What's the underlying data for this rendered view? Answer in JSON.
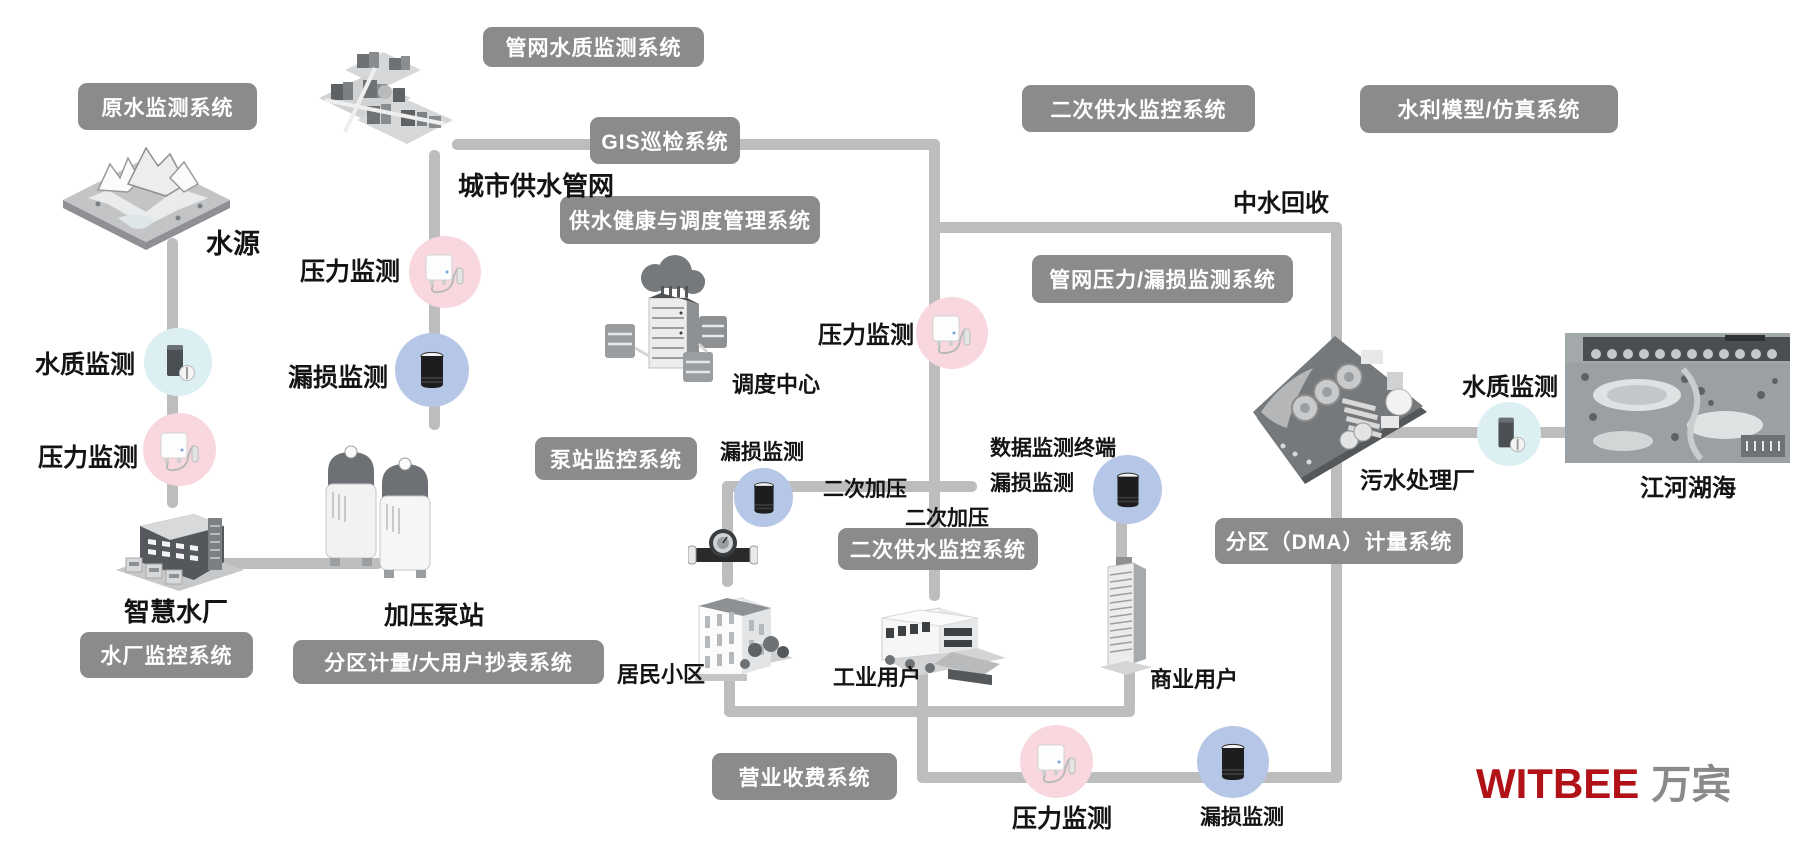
{
  "palette": {
    "label_bg": "#8b8b8b",
    "label_text": "#ffffff",
    "pipe_gray": "#bdbdbd",
    "pink_circle": "#f8d8de",
    "blue_circle": "#b6c6e6",
    "cyan_circle": "#dceff2",
    "text_black": "#141414",
    "brand_red": "#b01217",
    "brand_gray": "#8a8a8a"
  },
  "system_labels": {
    "raw_water": "原水监测系统",
    "pipe_quality": "管网水质监测系统",
    "gis": "GIS巡检系统",
    "health_dispatch": "供水健康与调度管理系统",
    "pump_station_sys": "泵站监控系统",
    "secondary_center": "二次供水监控系统",
    "plant_monitor": "水厂监控系统",
    "zone_reading": "分区计量/大用户抄表系统",
    "secondary_top": "二次供水监控系统",
    "hydraulic_model": "水利模型/仿真系统",
    "pipe_pressure_leak": "管网压力/漏损监测系统",
    "dma_metering": "分区（DMA）计量系统",
    "billing": "营业收费系统"
  },
  "node_labels": {
    "water_source": "水源",
    "city_network": "城市供水管网",
    "dispatch_center": "调度中心",
    "smart_plant": "智慧水厂",
    "pressure_pump_station": "加压泵站",
    "residential": "居民小区",
    "industrial": "工业用户",
    "commercial": "商业用户",
    "sewage_plant": "污水处理厂",
    "rivers_lakes": "江河湖海",
    "reclaimed_water": "中水回收"
  },
  "sensor_labels": {
    "water_quality_left": "水质监测",
    "pressure_left": "压力监测",
    "pressure_mid": "压力监测",
    "leak_mid": "漏损监测",
    "leak_center": "漏损监测",
    "boost_left": "二次加压",
    "boost_lower": "二次加压",
    "data_terminal": "数据监测终端",
    "data_terminal_leak": "漏损监测",
    "pressure_right": "压力监测",
    "water_quality_right": "水质监测",
    "pressure_bottom": "压力监测",
    "leak_bottom": "漏损监测"
  },
  "icons": {
    "water-source-icon": "isometric mountain terrain tile",
    "city-network-icon": "isometric city blocks map",
    "dispatch-center-icon": "server tower with cloud",
    "smart-plant-icon": "isometric water plant factory",
    "pump-station-icon": "two pressure tanks",
    "water-meter-icon": "mechanical water meter",
    "residential-icon": "apartment building with trees",
    "industrial-icon": "industrial campus building",
    "commercial-icon": "office tower",
    "sewage-plant-icon": "isometric sewage treatment tile",
    "rivers-lakes-icon": "river landscape with bridge",
    "pressure-device-icon": "white pressure logger with probe",
    "leak-device-icon": "black leak-noise logger cylinder",
    "quality-device-icon": "water quality cabinet with ball sensor"
  },
  "logo": {
    "brand": "WITBEE",
    "brand_cn": "万宾"
  }
}
